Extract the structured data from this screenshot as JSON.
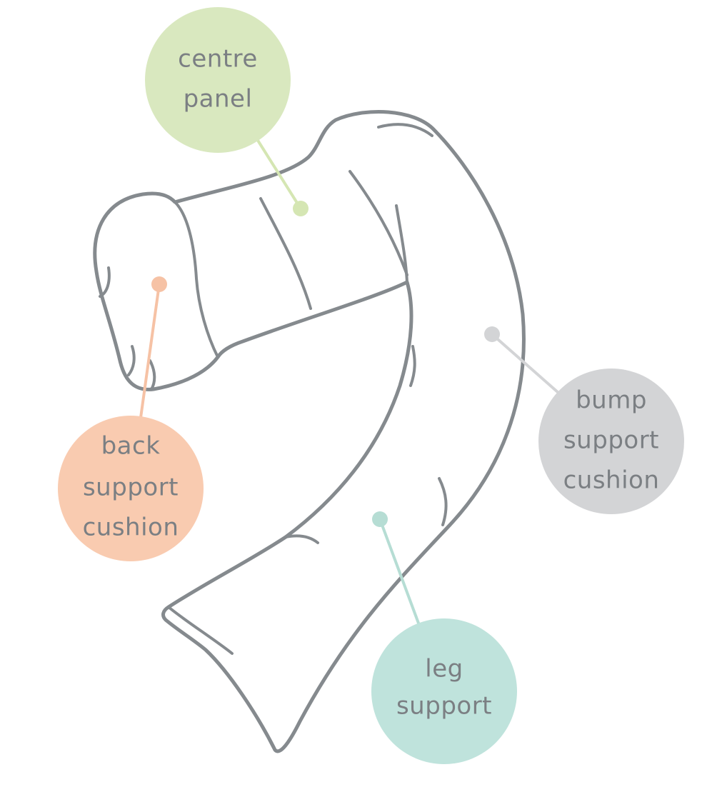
{
  "labels": [
    {
      "key": "centre_panel",
      "lines": [
        "centre",
        "panel"
      ],
      "color": "#d9e8bf",
      "line_color": "#d5e6b3"
    },
    {
      "key": "back_support_cushion",
      "lines": [
        "back",
        "support",
        "cushion"
      ],
      "color": "#f9cbb0",
      "line_color": "#f6c2a5"
    },
    {
      "key": "bump_support_cushion",
      "lines": [
        "bump",
        "support",
        "cushion"
      ],
      "color": "#d3d4d6",
      "line_color": "#d3d4d6"
    },
    {
      "key": "leg_support",
      "lines": [
        "leg",
        "support"
      ],
      "color": "#bfe3dc",
      "line_color": "#b6ddd4"
    }
  ],
  "outline_color": "#858a8e",
  "text_color": "#7b7f83"
}
